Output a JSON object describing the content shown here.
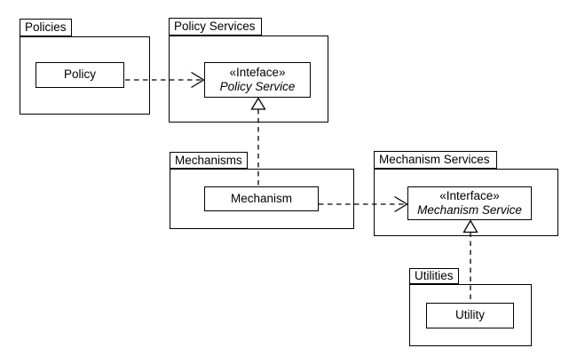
{
  "diagram": {
    "type": "uml-package-diagram",
    "colors": {
      "line": "#000000",
      "background": "#ffffff",
      "text": "#000000"
    },
    "packages": {
      "policies": {
        "label": "Policies"
      },
      "policy_services": {
        "label": "Policy Services"
      },
      "mechanisms": {
        "label": "Mechanisms"
      },
      "mechanism_services": {
        "label": "Mechanism Services"
      },
      "utilities": {
        "label": "Utilities"
      }
    },
    "classes": {
      "policy": {
        "label": "Policy"
      },
      "policy_service": {
        "stereotype": "«Inteface»",
        "label": "Policy Service"
      },
      "mechanism": {
        "label": "Mechanism"
      },
      "mechanism_service": {
        "stereotype": "«Interface»",
        "label": "Mechanism Service"
      },
      "utility": {
        "label": "Utility"
      }
    },
    "relationships": [
      {
        "type": "dependency",
        "from": "Policy",
        "to": "Policy Service",
        "style": "dashed-open-arrow"
      },
      {
        "type": "dependency",
        "from": "Mechanism",
        "to": "Mechanism Service",
        "style": "dashed-open-arrow"
      },
      {
        "type": "realization",
        "from": "Mechanism",
        "to": "Policy Service",
        "style": "dashed-hollow-triangle"
      },
      {
        "type": "realization",
        "from": "Utility",
        "to": "Mechanism Service",
        "style": "dashed-hollow-triangle"
      }
    ]
  }
}
